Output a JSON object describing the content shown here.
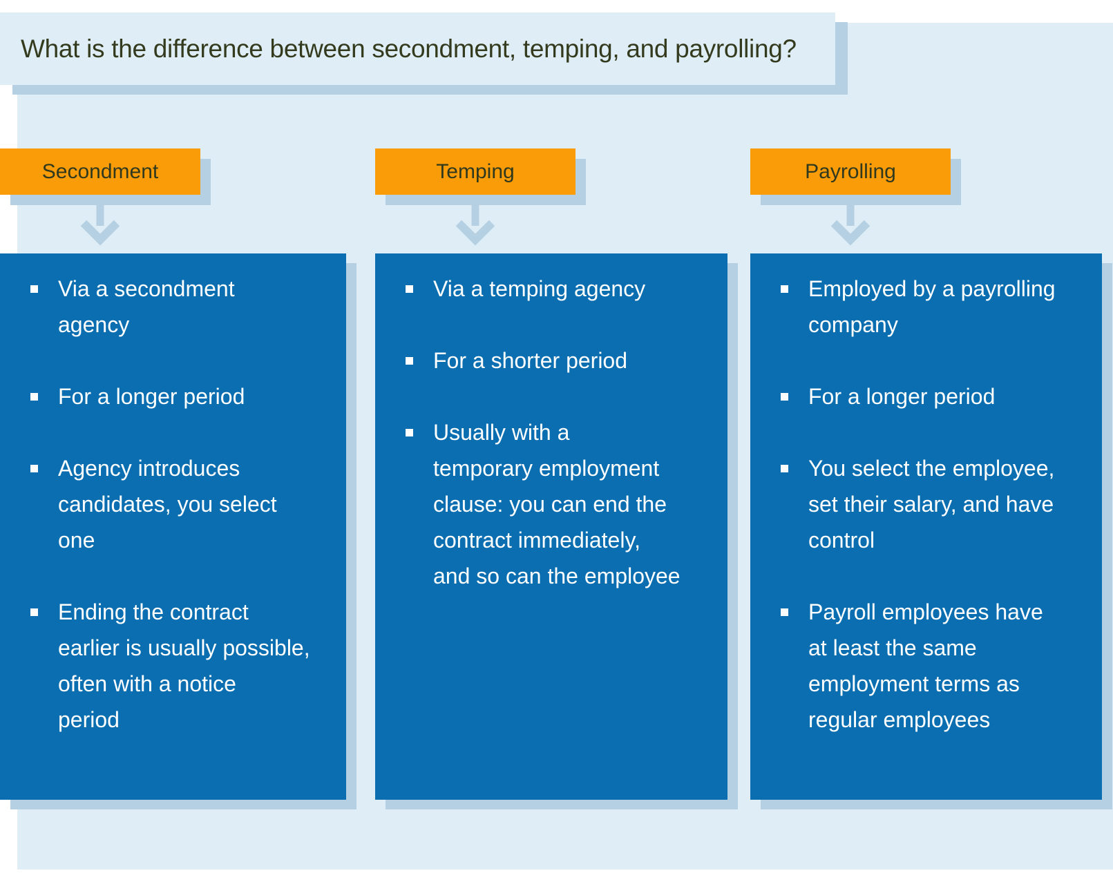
{
  "title": "What is the difference between secondment, temping, and payrolling?",
  "columns": [
    {
      "header": "Secondment",
      "bullets": [
        "Via a secondment\nagency",
        "For a longer period",
        "Agency introduces\ncandidates, you select\none",
        "Ending the contract\nearlier is usually possible,\noften with a notice\nperiod"
      ]
    },
    {
      "header": "Temping",
      "bullets": [
        "Via a temping agency",
        "For a shorter period",
        "Usually with a\ntemporary employment\nclause: you can end the\ncontract immediately,\nand so can the employee"
      ]
    },
    {
      "header": "Payrolling",
      "bullets": [
        "Employed by a payrolling\ncompany",
        "For a longer period",
        "You select the employee,\nset their salary, and have\ncontrol",
        "Payroll employees have\nat least the same\nemployment terms as\nregular employees"
      ]
    }
  ],
  "colors": {
    "panel_background": "#dfedf6",
    "shadow": "#b5d0e2",
    "header_orange": "#f99c07",
    "card_blue": "#0a6eb1",
    "dark_text": "#333a1d",
    "bullet_text": "#ffffff"
  }
}
